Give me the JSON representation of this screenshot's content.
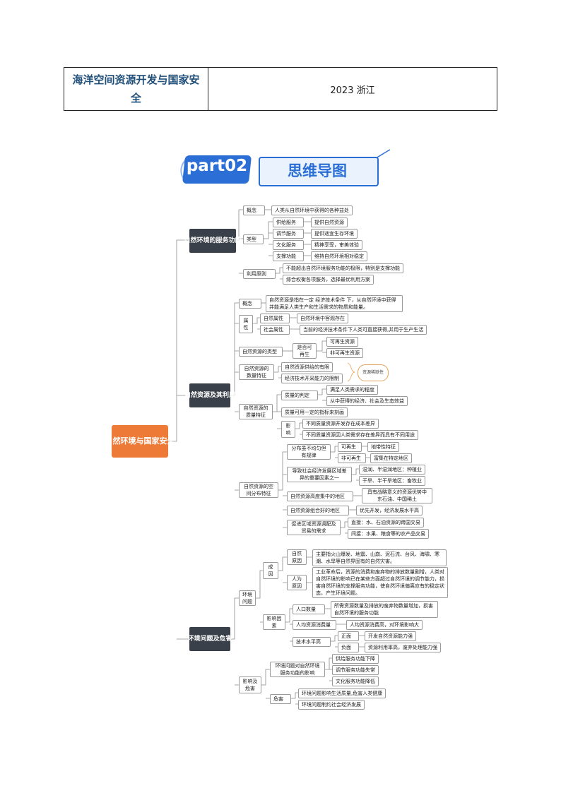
{
  "header": {
    "topic": "海洋空间资源开发与国家安全",
    "exam": "2023 浙江"
  },
  "banner": {
    "part": "part02",
    "label": "思维导图"
  },
  "root": "自然环境与国家安全",
  "branches": {
    "b1": "自然环境的服务功能",
    "b2": "自然资源及其利用",
    "b3": "环境问题及危害"
  },
  "b1": {
    "concept": "概念",
    "concept_text": "人类从自然环境中获得的各种益处",
    "types": "类型",
    "type_items": [
      {
        "k": "供给服务",
        "v": "提供自然资源"
      },
      {
        "k": "调节服务",
        "v": "提供适宜生存环境"
      },
      {
        "k": "文化服务",
        "v": "精神享受，审美体验"
      },
      {
        "k": "支撑功能",
        "v": "维持自然环境相对稳定"
      }
    ],
    "principle": "利用原则",
    "principle_items": [
      "不能超出自然环境服务功能的极限，特别是支撑功能",
      "综合权衡各项服务，选择最优利用方案"
    ]
  },
  "b2": {
    "concept": "概念",
    "concept_text": "自然资源是指在一定 经济技术条件 下，从自然环境中获得并能满足人类生产和生活需求的物质和能量。",
    "attr": "属性",
    "attr_items": [
      {
        "k": "自然属性",
        "v": "自然环境中客观存在"
      },
      {
        "k": "社会属性",
        "v": "当前的经济技术条件下人类可直接获得,并用于生产生活"
      }
    ],
    "types": "自然资源的类型",
    "renew": "是否可再生",
    "renew_items": [
      "可再生资源",
      "非可再生资源"
    ],
    "quantity": "自然资源的数量特征",
    "quantity_items": [
      "自然资源供给的有限",
      "经济技术开采能力的限制"
    ],
    "scarcity": "资源稀缺性",
    "quality": "自然资源的质量特征",
    "quality_judge": "质量的判定",
    "quality_judge_items": [
      "满足人类需求的程度",
      "从中获得的经济、社会及生态效益"
    ],
    "quality_measure": "质量可用一定的指标来刻画",
    "influence": "影响",
    "influence_items": [
      "不同质量资源开发存在成本差异",
      "不同质量资源因人类需求存在差异而具有不同用途"
    ],
    "spatial": "自然资源的空间分布特征",
    "uneven": "分布虽不均匀但有规律",
    "uneven_items": [
      {
        "k": "可再生",
        "v": "地带性特征"
      },
      {
        "k": "非可再生",
        "v": "富集在特定地区"
      }
    ],
    "factor": "导致社会经济发展区域差异的重要因素之一",
    "factor_items": [
      "湿润、半湿润地区：种植业",
      "干旱、半干旱地区：畜牧业"
    ],
    "concentrate": "自然资源高度集中的地区",
    "concentrate_text": "具有战略意义的资源优势中东石油、中国稀土",
    "combo": "自然资源组合好的地区",
    "combo_text": "优先开发，经济发展水平高",
    "trade": "促进区域资源调配及贸易的需求",
    "trade_items": [
      "直接：水、石油资源的跨国交易",
      "间接：水果、粮食等的农产品交易"
    ]
  },
  "b3": {
    "problem": "环境问题",
    "cause": "成因",
    "natural": "自然原因",
    "natural_text": "主要指火山爆发、地震、山崩、泥石流、台风、海啸、寒潮、水旱等自然界固有的自然灾害。",
    "human": "人为原因",
    "human_text": "工业革命后，资源的消费和废弃物的排放数量剧增，人类对自然环境的影响已在某些方面超过自然环境的调节能力，损害自然环境的支撑服务功能，使自然环境偏离应有的稳定状态，产生环境问题。",
    "factors": "影响因素",
    "population": "人口数量",
    "population_text": "所需资源数量及排放的废弃物数量增加，损害自然环境的服务功能",
    "consumption": "人均资源消费量",
    "consumption_text": "人均资源消费高，对环境影响大",
    "tech": "技术水平高",
    "tech_items": [
      {
        "k": "正面",
        "v": "开发自然资源能力强"
      },
      {
        "k": "负面",
        "v": "资源利用率高，废弃处理能力强"
      }
    ],
    "effect": "影响及危害",
    "effect_on": "环境问题对自然环境服务功能的影响",
    "effect_on_items": [
      "供给服务功能下降",
      "调节服务功能失常",
      "文化服务功能降低"
    ],
    "harm": "危害",
    "harm_items": [
      "环境问题影响生活质量,危害人类健康",
      "环境问题制约社会经济发展"
    ]
  }
}
